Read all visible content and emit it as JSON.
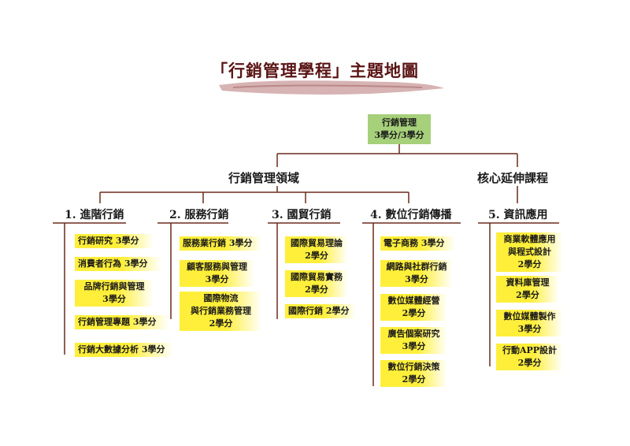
{
  "title": "「行銷管理學程」主題地圖",
  "root": {
    "line1": "行銷管理",
    "line2": "3學分/3學分"
  },
  "sections": [
    {
      "label": "行銷管理領域"
    },
    {
      "label": "核心延伸課程"
    }
  ],
  "categories": [
    {
      "label": "1. 進階行銷",
      "courses": [
        {
          "lines": [
            "行銷研究  3學分"
          ]
        },
        {
          "lines": [
            "消費者行為  3學分"
          ]
        },
        {
          "lines": [
            "品牌行銷與管理",
            "3學分"
          ]
        },
        {
          "lines": [
            "行銷管理專題  3學分"
          ]
        },
        {
          "lines": [
            "行銷大數據分析  3學分"
          ]
        }
      ]
    },
    {
      "label": "2. 服務行銷",
      "courses": [
        {
          "lines": [
            "服務業行銷  3學分"
          ]
        },
        {
          "lines": [
            "顧客服務與管理",
            "3學分"
          ]
        },
        {
          "lines": [
            "國際物流",
            "與行銷業務管理",
            "2學分"
          ]
        }
      ]
    },
    {
      "label": "3. 國貿行銷",
      "courses": [
        {
          "lines": [
            "國際貿易理論",
            "2學分"
          ]
        },
        {
          "lines": [
            "國際貿易實務",
            "2學分"
          ]
        },
        {
          "lines": [
            "國際行銷  2學分"
          ]
        }
      ]
    },
    {
      "label": "4. 數位行銷傳播",
      "courses": [
        {
          "lines": [
            "電子商務  3學分"
          ]
        },
        {
          "lines": [
            "網路與社群行銷",
            "3學分"
          ]
        },
        {
          "lines": [
            "數位媒體經營",
            "2學分"
          ]
        },
        {
          "lines": [
            "廣告個案研究",
            "3學分"
          ]
        },
        {
          "lines": [
            "數位行銷決策",
            "2學分"
          ]
        }
      ]
    },
    {
      "label": "5. 資訊應用",
      "courses": [
        {
          "lines": [
            "商業軟體應用",
            "與程式設計",
            "2學分"
          ]
        },
        {
          "lines": [
            "資料庫管理",
            "2學分"
          ]
        },
        {
          "lines": [
            "數位媒體製作",
            "3學分"
          ]
        },
        {
          "lines": [
            "行動APP設計",
            "2學分"
          ]
        }
      ]
    }
  ]
}
